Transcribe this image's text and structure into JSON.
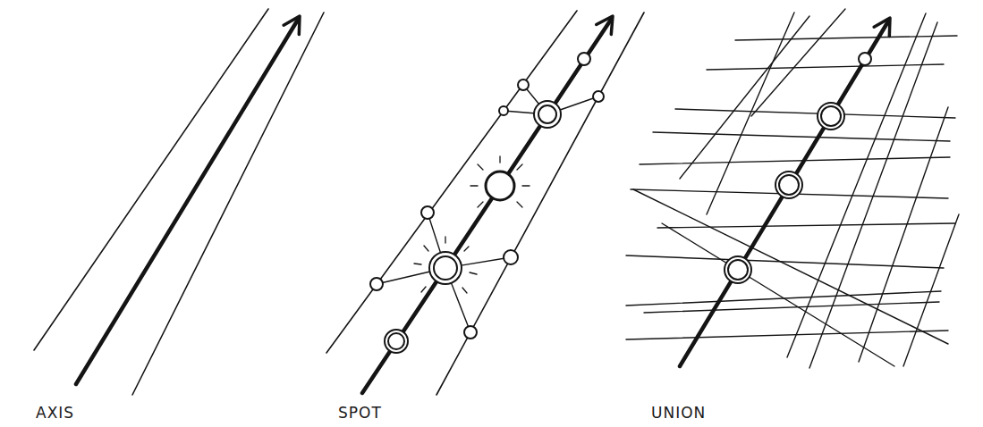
{
  "diagram": {
    "labels": [
      "AXIS",
      "SPOT",
      "UNION"
    ]
  }
}
